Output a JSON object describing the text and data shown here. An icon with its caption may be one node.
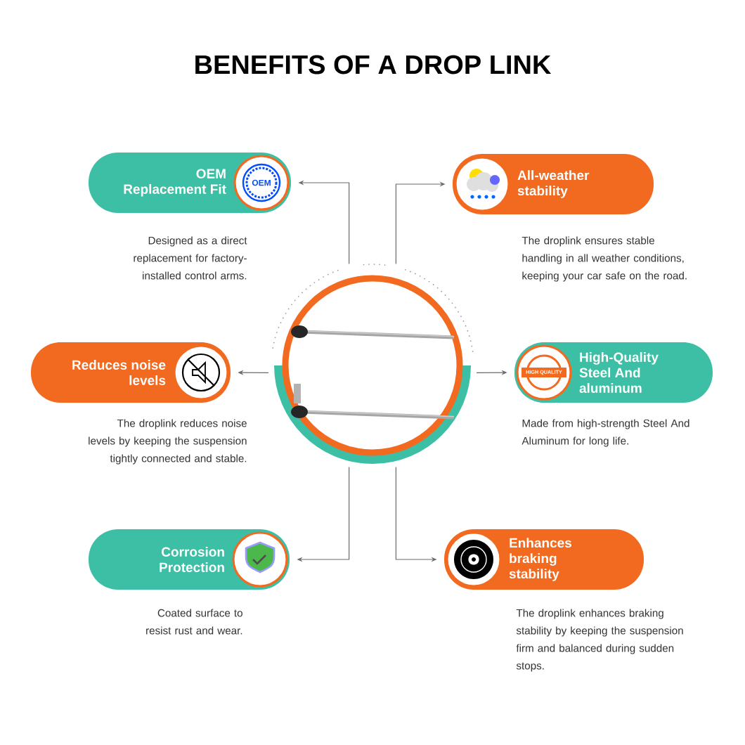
{
  "diagram": {
    "title": "BENEFITS OF A DROP LINK",
    "nodes": [
      {
        "text": [],
        "shape": "picture"
      },
      {
        "text": [
          "OEM Replacement Fit"
        ],
        "beside": [
          "Designed as a direct replacement for factory-installed control arms."
        ]
      },
      {
        "text": [
          "All-weather stability"
        ],
        "beside": [
          "The droplink ensures stable handling in all weather conditions, keeping your car safe on the road."
        ]
      },
      {
        "text": [
          "Reduces noise levels"
        ],
        "beside": [
          "The droplink reduces noise levels by keeping the suspension tightly connected and stable."
        ]
      },
      {
        "text": [
          "High-Quality Steel And aluminum"
        ],
        "beside": [
          "Made from high-strength Steel And Aluminum for long life."
        ]
      },
      {
        "text": [
          "Corrosion Protection"
        ],
        "beside": [
          "Coated surface to resist rust and wear."
        ]
      },
      {
        "text": [
          "Enhances braking stability"
        ],
        "beside": [
          "The droplink enhances braking stability by keeping the suspension firm and balanced during sudden stops."
        ]
      }
    ],
    "edges": [
      {
        "from": 0,
        "to": 1,
        "arrow": "to"
      },
      {
        "from": 0,
        "to": 2,
        "arrow": "to"
      },
      {
        "from": 0,
        "to": 3,
        "arrow": "to"
      },
      {
        "from": 0,
        "to": 4,
        "arrow": "to"
      },
      {
        "from": 0,
        "to": 5,
        "arrow": "to"
      },
      {
        "from": 0,
        "to": 6,
        "arrow": "to"
      }
    ],
    "labels": [
      "OEM",
      "HIGH QUALITY"
    ]
  }
}
